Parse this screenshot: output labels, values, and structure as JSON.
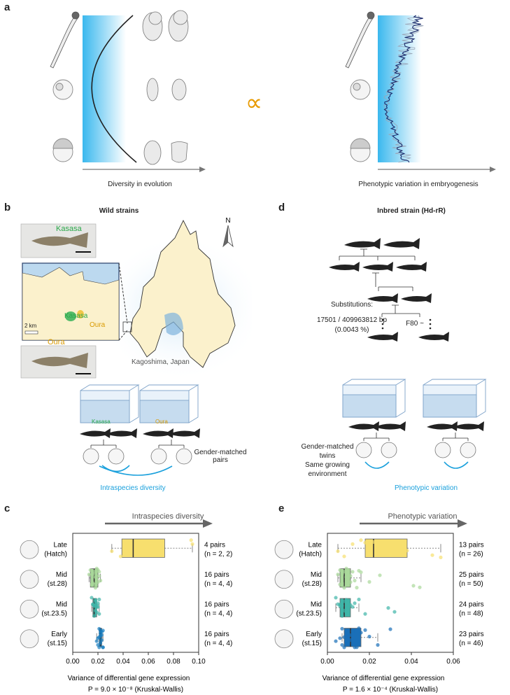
{
  "panel_labels": {
    "a": "a",
    "b": "b",
    "c": "c",
    "d": "d",
    "e": "e"
  },
  "panel_a": {
    "left_axis_label": "Diversity in evolution",
    "right_axis_label": "Phenotypic variation in embryogenesis",
    "proportional_symbol": "∝",
    "accent_color": "#e89a00",
    "bar_color": "#4fc3f0"
  },
  "panel_b": {
    "title": "Wild strains",
    "kasasa_label": "Kasasa",
    "oura_label": "Oura",
    "scale_label": "2 km",
    "north_label": "N",
    "location_label": "Kagoshima, Japan",
    "tank_label_kasasa": "Kasasa",
    "tank_label_oura": "Oura",
    "pairs_label_line1": "Gender-matched",
    "pairs_label_line2": "pairs",
    "diversity_label": "Intraspecies diversity",
    "kasasa_color": "#2aa84a",
    "oura_color": "#e0a000",
    "blue_color": "#1aa0dc"
  },
  "panel_d": {
    "title": "Inbred strain (Hd-rR)",
    "subst_line1": "Substitutions:",
    "subst_line2": "17501 / 409963812 bp",
    "subst_line3": "(0.0043 %)",
    "generation_label": "F80 ~",
    "twins_line1": "Gender-matched",
    "twins_line2": "twins",
    "twins_line3": "Same growing",
    "twins_line4": "environment",
    "variation_label": "Phenotypic variation"
  },
  "panel_c": {
    "arrow_label": "Intraspecies diversity",
    "xlabel": "Variance of differential gene expression",
    "pvalue": "P = 9.0 × 10⁻⁸ (Kruskal-Wallis)",
    "stages": [
      {
        "name": "Late",
        "sub": "(Hatch)",
        "pairs": "4 pairs",
        "n": "(n = 2, 2)"
      },
      {
        "name": "Mid",
        "sub": "(st.28)",
        "pairs": "16 pairs",
        "n": "(n = 4, 4)"
      },
      {
        "name": "Mid",
        "sub": "(st.23.5)",
        "pairs": "16 pairs",
        "n": "(n = 4, 4)"
      },
      {
        "name": "Early",
        "sub": "(st.15)",
        "pairs": "16 pairs",
        "n": "(n = 4, 4)"
      }
    ]
  },
  "panel_e": {
    "arrow_label": "Phenotypic variation",
    "xlabel": "Variance of differential gene expression",
    "pvalue": "P = 1.6 × 10⁻⁴ (Kruskal-Wallis)",
    "stages": [
      {
        "name": "Late",
        "sub": "(Hatch)",
        "pairs": "13 pairs",
        "n": "(n = 26)"
      },
      {
        "name": "Mid",
        "sub": "(st.28)",
        "pairs": "25 pairs",
        "n": "(n = 50)"
      },
      {
        "name": "Mid",
        "sub": "(st.23.5)",
        "pairs": "24 pairs",
        "n": "(n = 48)"
      },
      {
        "name": "Early",
        "sub": "(st.15)",
        "pairs": "23 pairs",
        "n": "(n = 46)"
      }
    ]
  },
  "chart_data": [
    {
      "type": "box",
      "xlim": [
        0,
        0.1
      ],
      "xticks": [
        "0.00",
        "0.02",
        "0.04",
        "0.06",
        "0.08",
        "0.10"
      ],
      "categories": [
        "Late (Hatch)",
        "Mid (st.28)",
        "Mid (st.23.5)",
        "Early (st.15)"
      ],
      "colors": [
        "#f7df6e",
        "#a9d89a",
        "#3fb5a8",
        "#1a7fc0"
      ],
      "boxes": [
        {
          "min": 0.031,
          "q1": 0.039,
          "median": 0.048,
          "q3": 0.073,
          "max": 0.095,
          "points": [
            0.031,
            0.038,
            0.095,
            0.094
          ]
        },
        {
          "min": 0.013,
          "q1": 0.014,
          "median": 0.017,
          "q3": 0.02,
          "max": 0.022,
          "points": [
            0.013,
            0.014,
            0.015,
            0.016,
            0.016,
            0.017,
            0.017,
            0.018,
            0.018,
            0.019,
            0.019,
            0.02,
            0.02,
            0.021,
            0.021,
            0.022
          ]
        },
        {
          "min": 0.015,
          "q1": 0.016,
          "median": 0.017,
          "q3": 0.019,
          "max": 0.021,
          "points": [
            0.015,
            0.016,
            0.016,
            0.017,
            0.017,
            0.017,
            0.018,
            0.018,
            0.018,
            0.019,
            0.019,
            0.019,
            0.02,
            0.02,
            0.021,
            0.021
          ]
        },
        {
          "min": 0.019,
          "q1": 0.021,
          "median": 0.022,
          "q3": 0.023,
          "max": 0.024,
          "points": [
            0.019,
            0.02,
            0.02,
            0.021,
            0.021,
            0.021,
            0.022,
            0.022,
            0.022,
            0.022,
            0.023,
            0.023,
            0.023,
            0.024,
            0.024,
            0.024
          ]
        }
      ]
    },
    {
      "type": "box",
      "xlim": [
        0,
        0.06
      ],
      "xticks": [
        "0.00",
        "0.02",
        "0.04",
        "0.06"
      ],
      "categories": [
        "Late (Hatch)",
        "Mid (st.28)",
        "Mid (st.23.5)",
        "Early (st.15)"
      ],
      "colors": [
        "#f7df6e",
        "#a9d89a",
        "#3fb5a8",
        "#1a6fb8"
      ],
      "boxes": [
        {
          "min": 0.005,
          "q1": 0.018,
          "median": 0.022,
          "q3": 0.038,
          "max": 0.054,
          "points": [
            0.005,
            0.008,
            0.012,
            0.016,
            0.018,
            0.02,
            0.022,
            0.024,
            0.03,
            0.036,
            0.038,
            0.05,
            0.054
          ]
        },
        {
          "min": 0.005,
          "q1": 0.006,
          "median": 0.008,
          "q3": 0.011,
          "max": 0.016,
          "points": [
            0.005,
            0.006,
            0.006,
            0.007,
            0.007,
            0.007,
            0.008,
            0.008,
            0.009,
            0.009,
            0.01,
            0.01,
            0.011,
            0.011,
            0.012,
            0.013,
            0.014,
            0.015,
            0.016,
            0.02,
            0.025,
            0.041,
            0.044
          ]
        },
        {
          "min": 0.004,
          "q1": 0.006,
          "median": 0.008,
          "q3": 0.011,
          "max": 0.015,
          "points": [
            0.004,
            0.005,
            0.006,
            0.006,
            0.007,
            0.007,
            0.008,
            0.008,
            0.009,
            0.009,
            0.01,
            0.011,
            0.012,
            0.013,
            0.015,
            0.018,
            0.029,
            0.032
          ]
        },
        {
          "min": 0.007,
          "q1": 0.008,
          "median": 0.011,
          "q3": 0.016,
          "max": 0.024,
          "points": [
            0.004,
            0.006,
            0.007,
            0.007,
            0.008,
            0.008,
            0.009,
            0.009,
            0.01,
            0.01,
            0.011,
            0.011,
            0.012,
            0.012,
            0.013,
            0.014,
            0.015,
            0.016,
            0.018,
            0.02,
            0.024,
            0.03
          ]
        }
      ]
    }
  ]
}
